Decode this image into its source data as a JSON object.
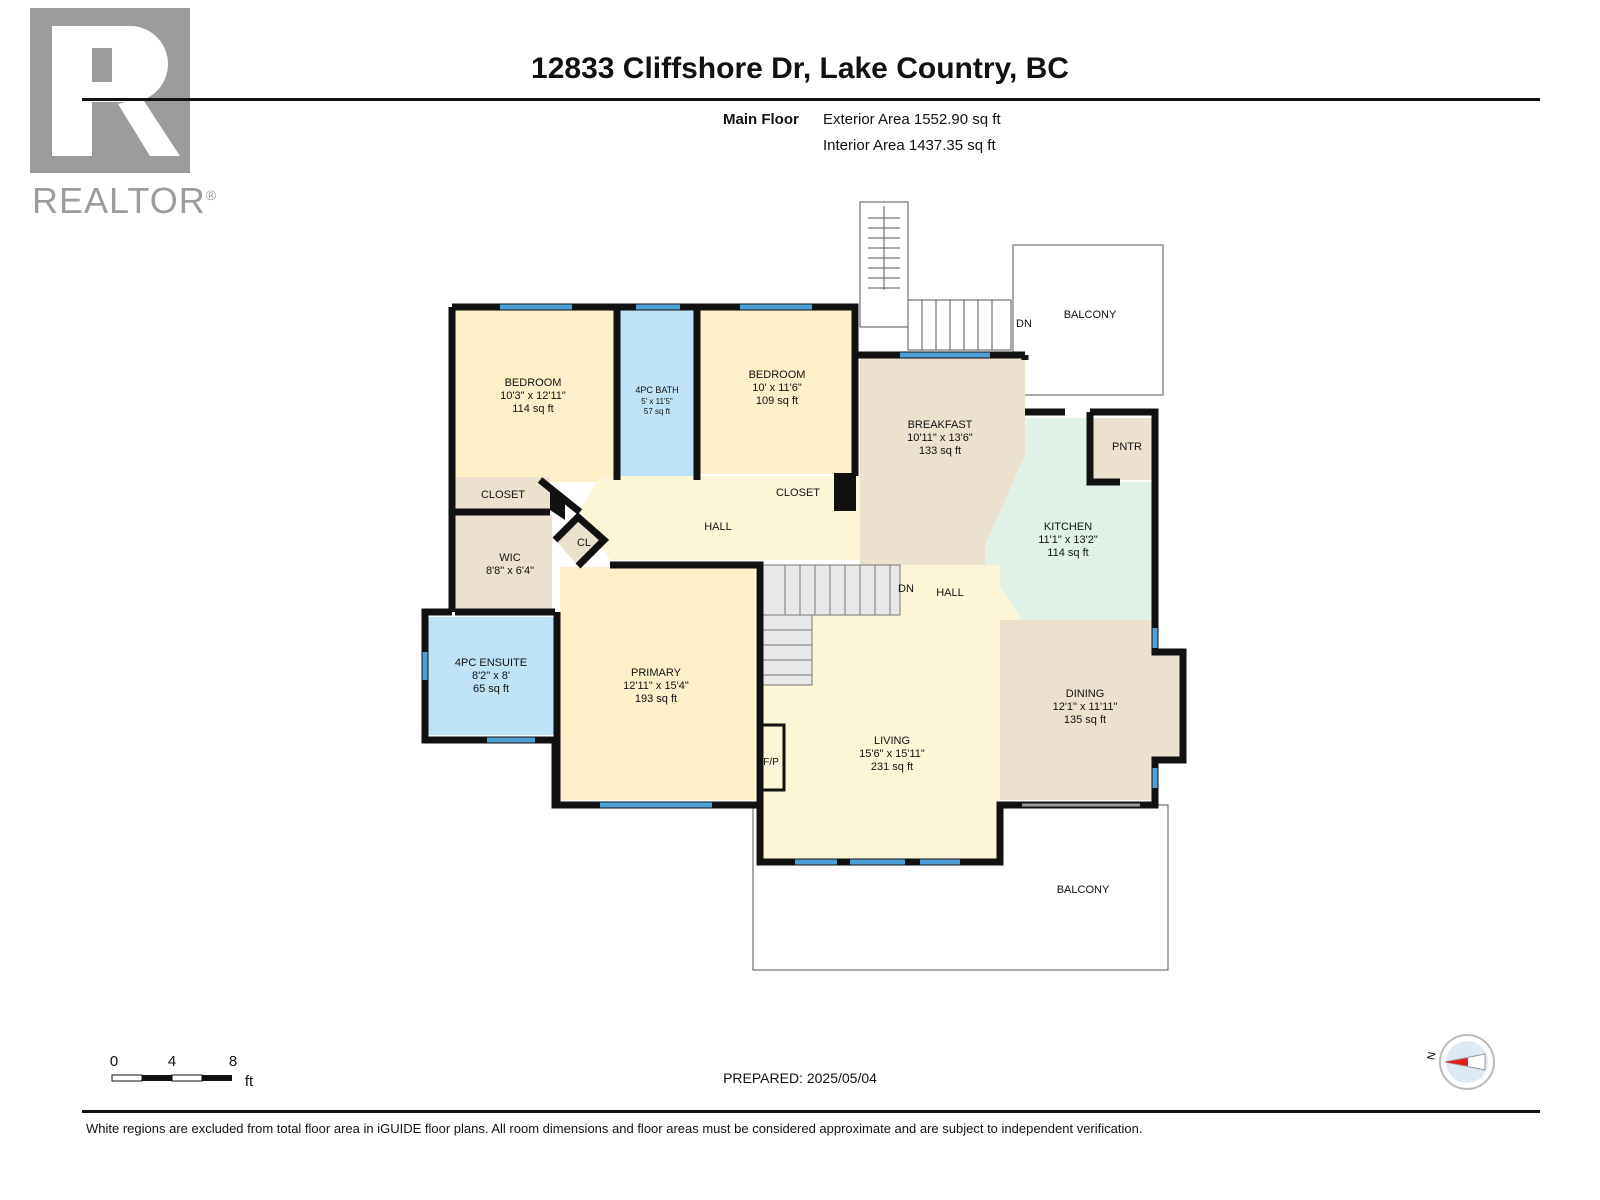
{
  "title": "12833 Cliffshore Dr, Lake Country, BC",
  "floor_name": "Main Floor",
  "exterior_area": "Exterior Area 1552.90 sq ft",
  "interior_area": "Interior Area 1437.35 sq ft",
  "logo_text": "REALTOR",
  "logo_reg": "®",
  "prepared": "PREPARED: 2025/05/04",
  "footer": "White regions are excluded from total floor area in iGUIDE floor plans. All room dimensions and floor areas must be considered approximate and are subject to independent verification.",
  "scale": {
    "t0": "0",
    "t4": "4",
    "t8": "8",
    "unit": "ft"
  },
  "compass_letter": "N",
  "colors": {
    "bedroom": "#fdefc8",
    "bath": "#bfe2f7",
    "living": "#fdf5d8",
    "breakfast": "#ece0cf",
    "kitchen": "#e0f2e8",
    "wall": "#111111",
    "window": "#4e9fd4"
  },
  "rooms": {
    "bedroom1": {
      "name": "BEDROOM",
      "dims": "10'3\" x 12'11\"",
      "area": "114 sq ft"
    },
    "bath4pc": {
      "name": "4PC BATH",
      "dims": "5' x 11'5\"",
      "area": "57 sq ft"
    },
    "bedroom2": {
      "name": "BEDROOM",
      "dims": "10' x 11'6\"",
      "area": "109 sq ft"
    },
    "breakfast": {
      "name": "BREAKFAST",
      "dims": "10'11\" x 13'6\"",
      "area": "133 sq ft"
    },
    "kitchen": {
      "name": "KITCHEN",
      "dims": "11'1\" x 13'2\"",
      "area": "114 sq ft"
    },
    "wic": {
      "name": "WIC",
      "dims": "8'8\" x 6'4\""
    },
    "ensuite": {
      "name": "4PC ENSUITE",
      "dims": "8'2\" x 8'",
      "area": "65 sq ft"
    },
    "primary": {
      "name": "PRIMARY",
      "dims": "12'11\" x 15'4\"",
      "area": "193 sq ft"
    },
    "living": {
      "name": "LIVING",
      "dims": "15'6\" x 15'11\"",
      "area": "231 sq ft"
    },
    "dining": {
      "name": "DINING",
      "dims": "12'1\" x 11'11\"",
      "area": "135 sq ft"
    }
  },
  "labels": {
    "closet1": "CLOSET",
    "closet2": "CLOSET",
    "hall_upper": "HALL",
    "hall_lower": "HALL",
    "cl": "CL",
    "pntr": "PNTR",
    "fp": "F/P",
    "dn1": "DN",
    "dn2": "DN",
    "balcony_top": "BALCONY",
    "balcony_bottom": "BALCONY"
  }
}
